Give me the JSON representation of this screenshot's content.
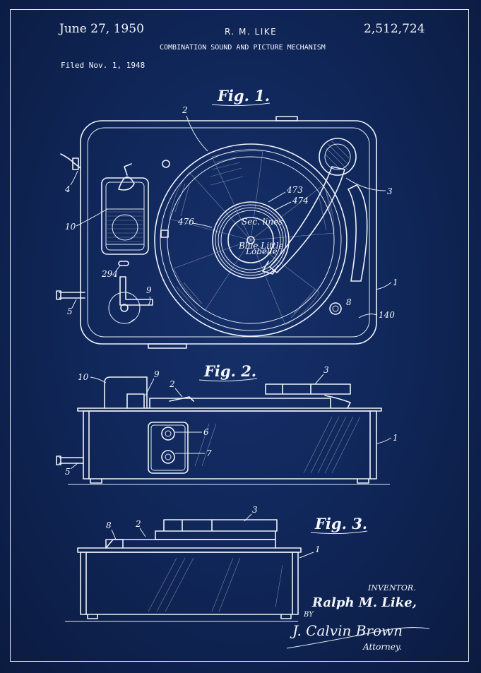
{
  "header": {
    "date": "June 27, 1950",
    "inventor": "R. M. LIKE",
    "patent_number": "2,512,724",
    "title": "COMBINATION SOUND AND PICTURE MECHANISM",
    "filed": "Filed Nov. 1, 1948"
  },
  "figures": {
    "fig1": {
      "label": "Fig. 1.",
      "refs": [
        "2",
        "3",
        "4",
        "10",
        "294",
        "5",
        "9",
        "473",
        "474",
        "476",
        "8",
        "140",
        "1"
      ]
    },
    "fig2": {
      "label": "Fig. 2.",
      "refs": [
        "10",
        "9",
        "2",
        "3",
        "6",
        "7",
        "1",
        "5"
      ]
    },
    "fig3": {
      "label": "Fig. 3.",
      "refs": [
        "3",
        "8",
        "2",
        "1"
      ]
    }
  },
  "record_label": {
    "line1": "Sec. lines",
    "line2": "Blue Little",
    "line3": "Lobelle"
  },
  "signature_block": {
    "inventor_caption": "INVENTOR.",
    "inventor_name": "Ralph M. Like,",
    "by": "BY",
    "attorney_signature": "J. Calvin Brown",
    "attorney_caption": "Attorney."
  },
  "colors": {
    "background": "#10275a",
    "ink": "#eef2fa"
  }
}
